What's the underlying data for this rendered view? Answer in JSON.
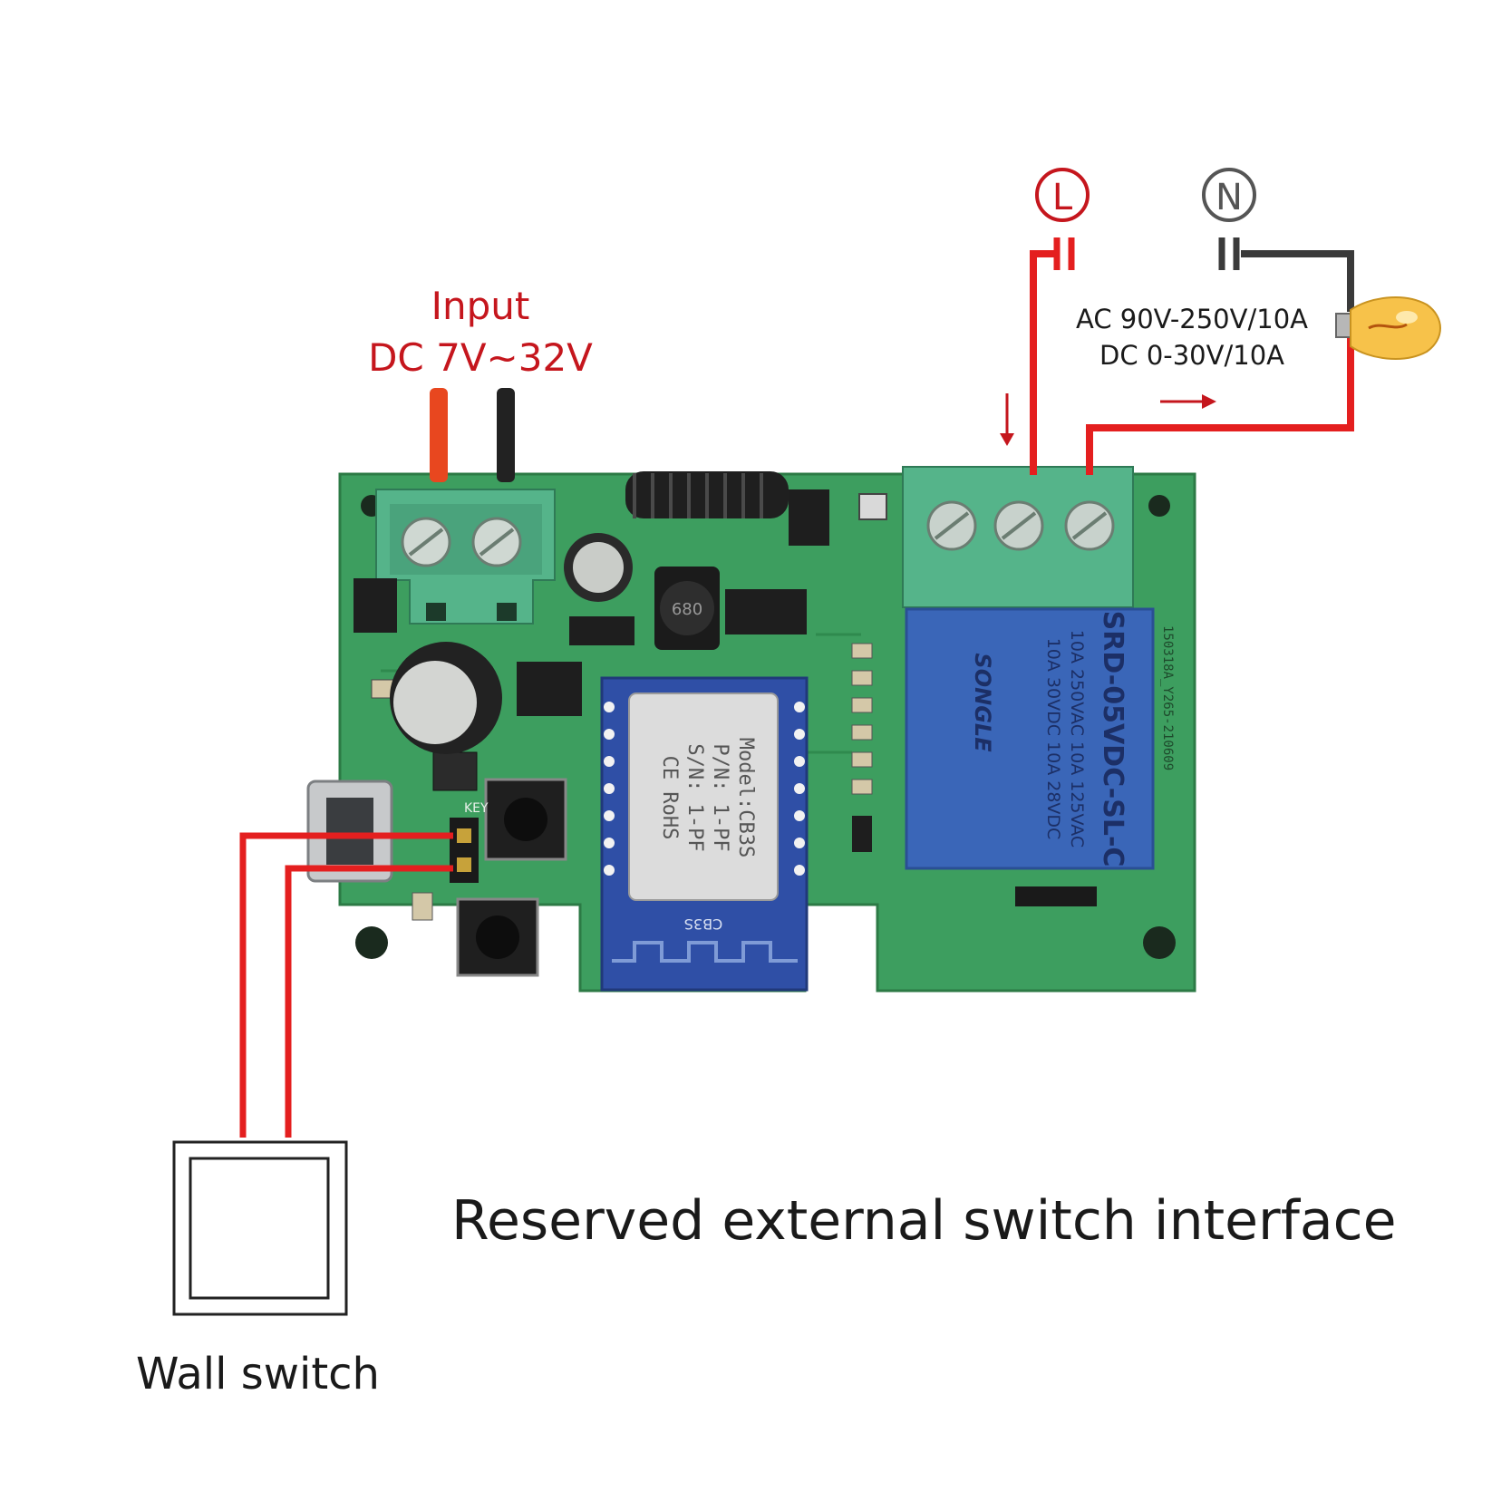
{
  "colors": {
    "live_wire": "#e41f1f",
    "neutral_wire": "#3a3a3a",
    "label_red": "#c5161d",
    "pcb_green": "#3d9e5f",
    "terminal_green": "#55b48a",
    "relay_blue": "#3a66b8",
    "module_blue": "#2f4fa6"
  },
  "input": {
    "title": "Input",
    "voltage": "DC 7V~32V"
  },
  "terminals": {
    "live_symbol": "L",
    "neutral_symbol": "N"
  },
  "load_rating": {
    "ac": "AC 90V-250V/10A",
    "dc": "DC 0-30V/10A"
  },
  "board": {
    "relay_text": [
      "SRD-05VDC-SL-C",
      "10A 250VAC  10A 125VAC",
      "10A 30VDC  10A 28VDC",
      "SONGLE"
    ],
    "relay_side_text": "150318A_Y265-210609",
    "module_text": [
      "Model:CB3S",
      "P/N: 1-PF",
      "S/N: 1-PF",
      "CE RoHS"
    ],
    "module_antenna_text": "CB3S",
    "key_label": "KEY",
    "inductor_label": "680"
  },
  "external_switch": {
    "caption": "Reserved external switch interface",
    "device_label": "Wall switch"
  },
  "icons": [
    "lightbulb-icon",
    "capacitor-terminal-icon",
    "arrow-icon"
  ]
}
